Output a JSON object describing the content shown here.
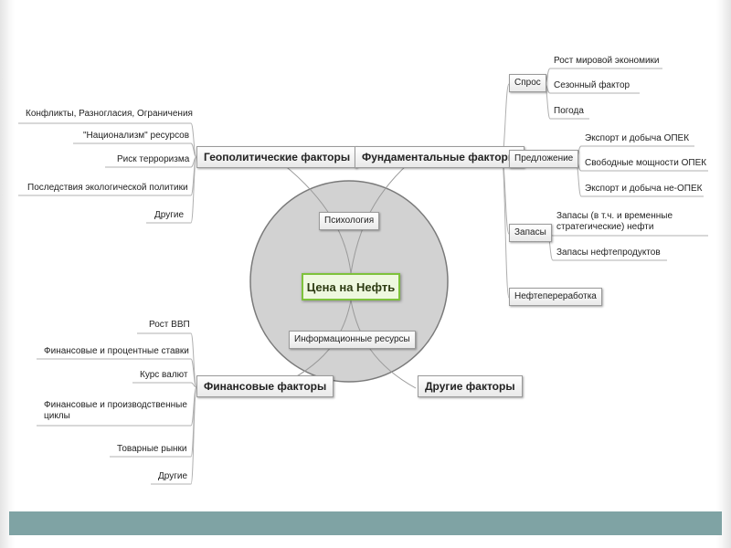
{
  "center": "Цена на Нефть",
  "circle_labels": {
    "psychology": "Психология",
    "info_resources": "Информационные ресурсы"
  },
  "geopolitical": {
    "title": "Геополитические факторы",
    "items": [
      "Конфликты, Разногласия, Ограничения",
      "\"Национализм\" ресурсов",
      "Риск терроризма",
      "Последствия экологической политики",
      "Другие"
    ]
  },
  "fundamental": {
    "title": "Фундаментальные факторы",
    "demand": {
      "title": "Спрос",
      "items": [
        "Рост мировой экономики",
        "Сезонный фактор",
        "Погода"
      ]
    },
    "supply": {
      "title": "Предложение",
      "items": [
        "Экспорт и добыча ОПЕК",
        "Свободные мощности ОПЕК",
        "Экспорт и добыча не-ОПЕК"
      ]
    },
    "stocks": {
      "title": "Запасы",
      "items": [
        "Запасы (в т.ч. и временные стратегические) нефти",
        "Запасы нефтепродуктов"
      ]
    },
    "refining": "Нефтепереработка"
  },
  "financial": {
    "title": "Финансовые факторы",
    "items": [
      "Рост ВВП",
      "Финансовые и процентные ставки",
      "Курс валют",
      "Финансовые и производственные циклы",
      "Товарные рынки",
      "Другие"
    ]
  },
  "other": {
    "title": "Другие факторы"
  }
}
